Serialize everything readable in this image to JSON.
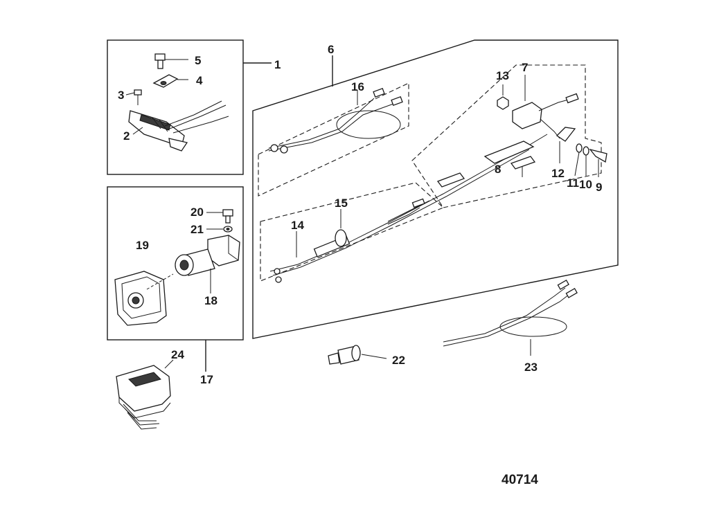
{
  "diagram": {
    "reference_number": "40714",
    "callouts": [
      "1",
      "2",
      "3",
      "4",
      "5",
      "6",
      "7",
      "8",
      "9",
      "10",
      "11",
      "12",
      "13",
      "14",
      "15",
      "16",
      "17",
      "18",
      "19",
      "20",
      "21",
      "22",
      "23",
      "24"
    ]
  }
}
